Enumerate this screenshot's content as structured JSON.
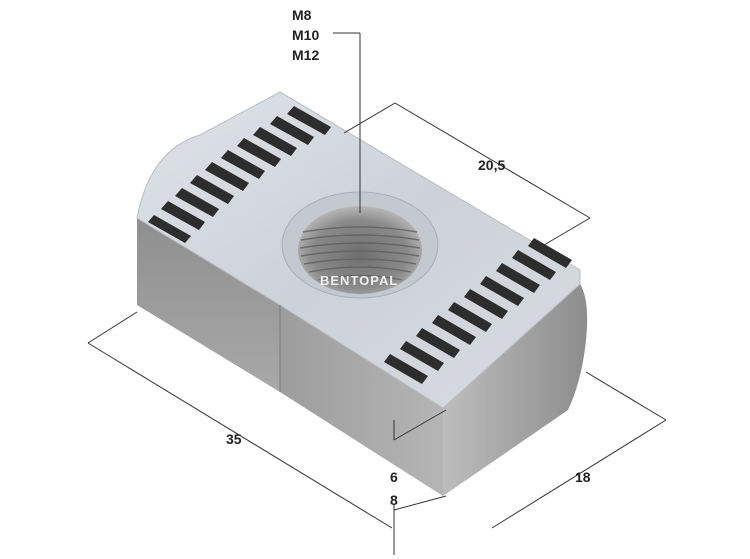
{
  "thread_sizes": [
    "M8",
    "M10",
    "M12"
  ],
  "dimensions": {
    "width": "20,5",
    "length": "35",
    "depth": "18",
    "height_small": "6",
    "height_large": "8"
  },
  "watermark": "BENTOPAL",
  "colors": {
    "top_face": "#cfd4da",
    "side_face": "#a9a9a9",
    "line": "#333333"
  }
}
